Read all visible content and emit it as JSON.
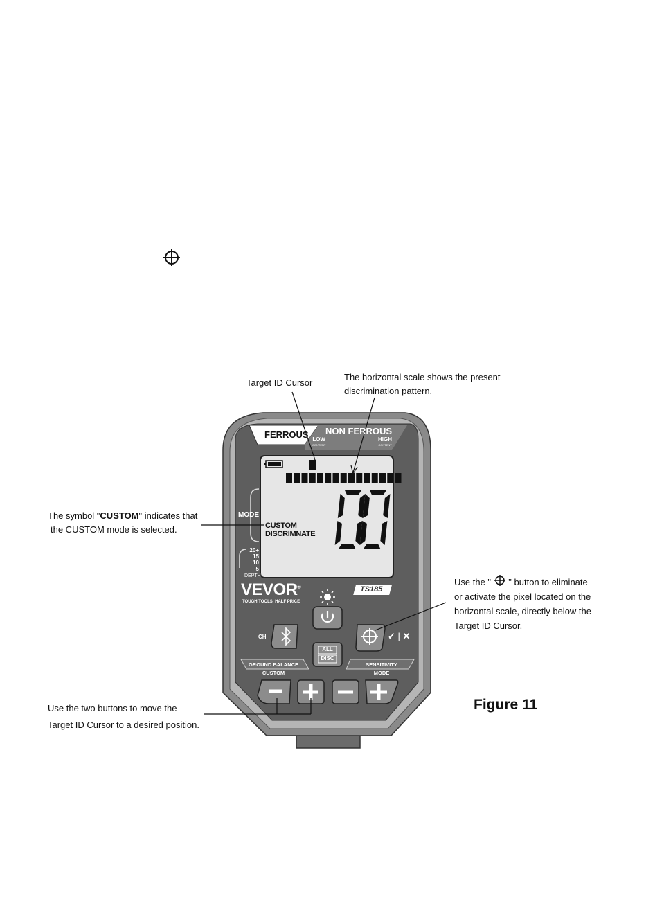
{
  "labels": {
    "target_id_cursor": "Target ID Cursor",
    "scale_note_line1": "The horizontal scale shows the present",
    "scale_note_line2": "discrimination pattern.",
    "custom_note_prefix": "The symbol \"",
    "custom_note_symbol": "CUSTOM",
    "custom_note_suffix": "\" indicates that",
    "custom_note_line2": "the CUSTOM mode is selected.",
    "pinpoint_note_prefix": "Use the \"",
    "pinpoint_note_suffix": "\" button to eliminate",
    "pinpoint_note_line2": "or activate the pixel located on the",
    "pinpoint_note_line3": "horizontal scale, directly below the",
    "pinpoint_note_line4": "Target ID Cursor.",
    "move_note_line1": "Use the two buttons to move the",
    "move_note_line2": "Target ID Cursor to a desired position.",
    "figure_title": "Figure 11"
  },
  "device": {
    "ferrous": "FERROUS",
    "non_ferrous": "NON FERROUS",
    "low": "LOW",
    "low_sub": "CONTENT",
    "high": "HIGH",
    "high_sub": "CONTENT",
    "mode": "MODE",
    "custom": "CUSTOM",
    "discriminate": "DISCRIMNATE",
    "digits": "00",
    "depth_values": [
      "20+",
      "15",
      "10",
      "5"
    ],
    "depth_label": "DEPTH",
    "brand": "VEVOR",
    "brand_mark": "®",
    "tagline": "TOUGH TOOLS, HALF PRICE",
    "model": "TS185",
    "ch": "CH",
    "all": "ALL",
    "disc": "DISC",
    "ground_balance": "GROUND BALANCE",
    "ground_balance_sub": "CUSTOM",
    "sensitivity": "SENSITIVITY",
    "sensitivity_sub": "MODE",
    "check": "✓",
    "sep": "|",
    "cross": "✕",
    "scale_segments": 15,
    "cursor_segment": 3
  }
}
